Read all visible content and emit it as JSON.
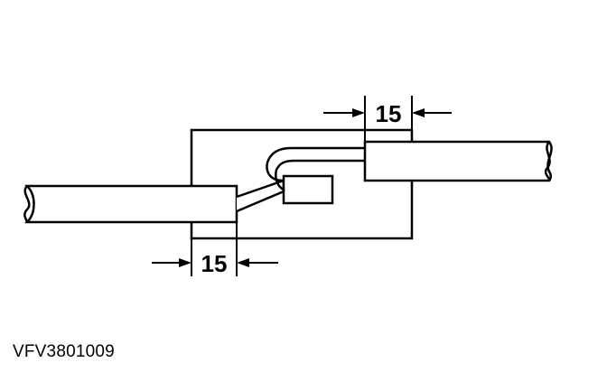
{
  "diagram": {
    "dimension_top": "15",
    "dimension_bottom": "15",
    "reference_code": "VFV3801009"
  }
}
